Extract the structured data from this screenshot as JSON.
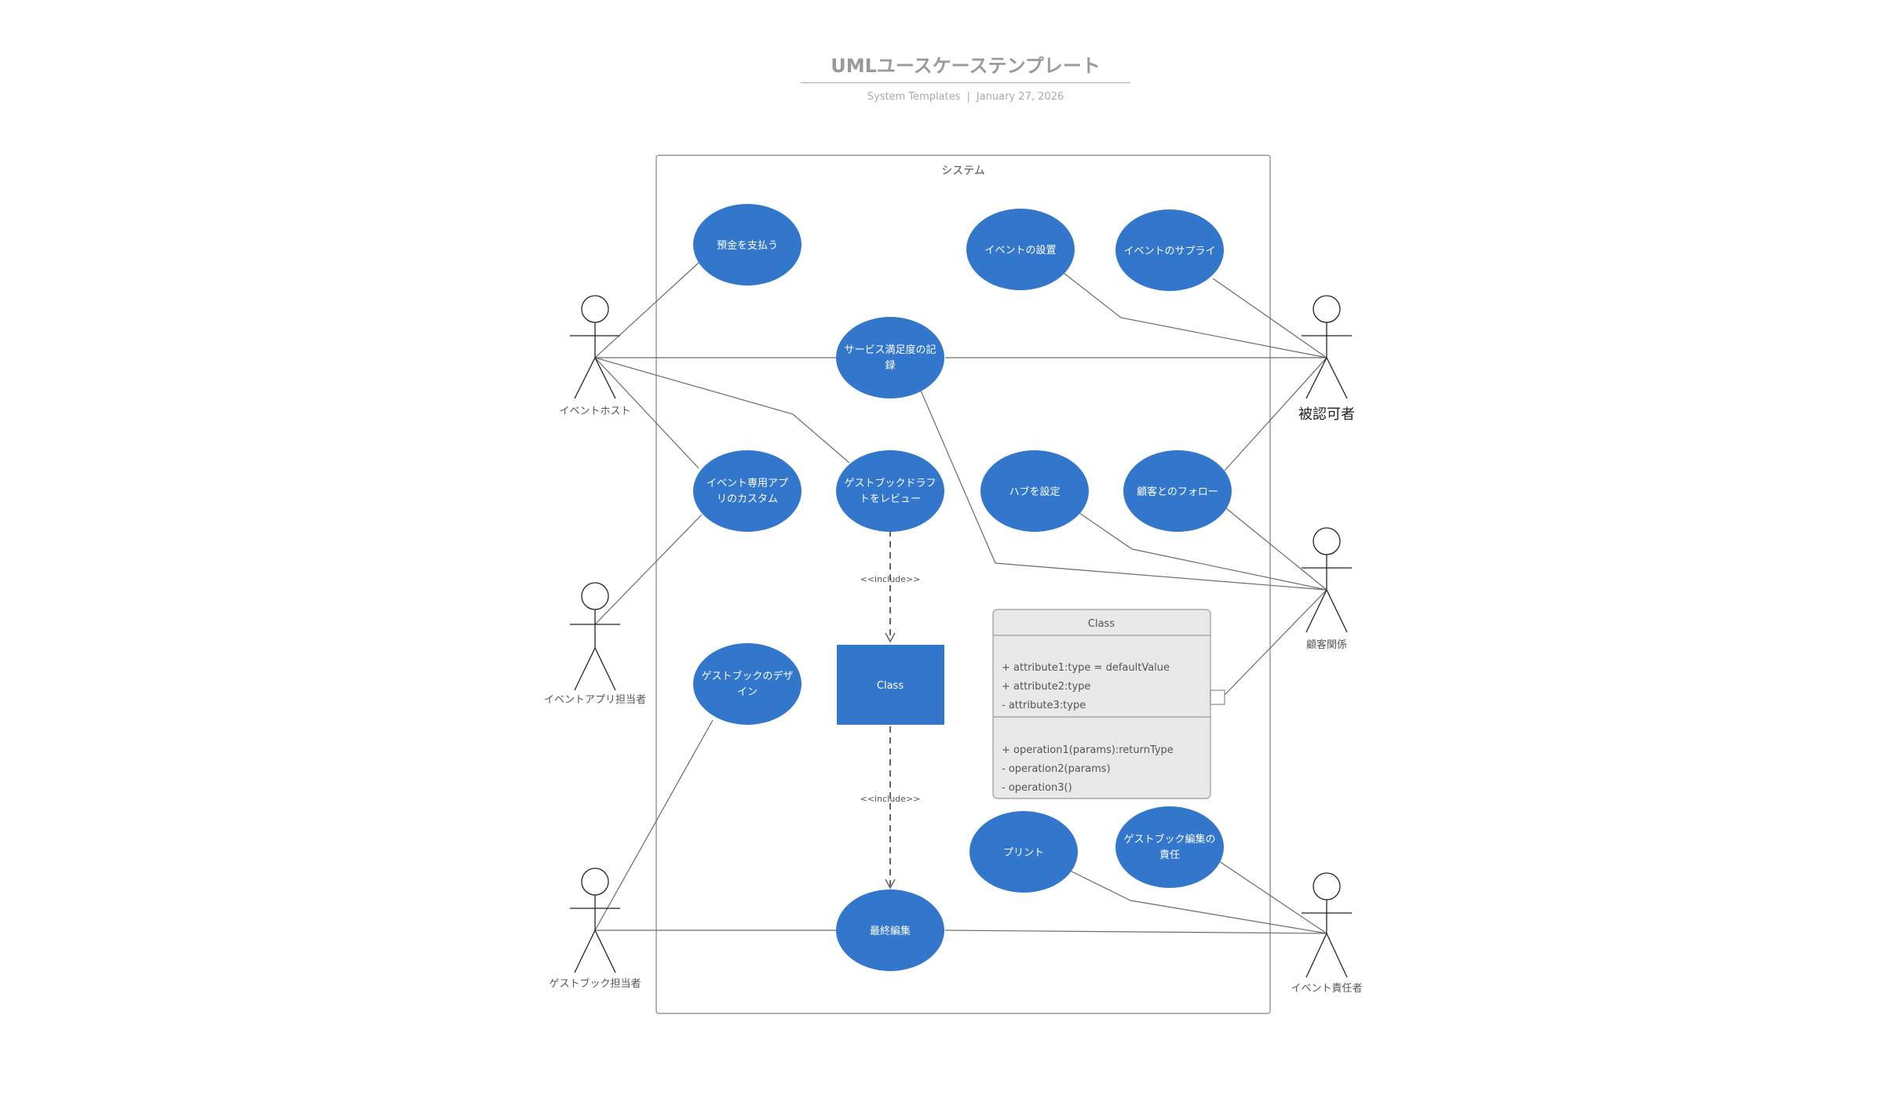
{
  "header": {
    "title": "UMLユースケーステンプレート",
    "source": "System Templates",
    "separator": "|",
    "date": "January 27, 2026"
  },
  "system": {
    "label": "システム"
  },
  "actors": {
    "event_host": "イベントホスト",
    "app_manager": "イベントアプリ担当者",
    "guestbook_manager": "ゲストブック担当者",
    "licensee": "被認可者",
    "customer_relations": "顧客関係",
    "event_responsible": "イベント責任者"
  },
  "use_cases": {
    "pay_deposit": [
      "預金を支払う"
    ],
    "event_setup": [
      "イベントの設置"
    ],
    "event_supply": [
      "イベントのサプライ"
    ],
    "service_record": [
      "サービス満足度の記",
      "録"
    ],
    "app_custom": [
      "イベント専用アプ",
      "リのカスタム"
    ],
    "draft_review": [
      "ゲストブックドラフ",
      "トをレビュー"
    ],
    "hub_setup": [
      "ハブを設定"
    ],
    "customer_follow": [
      "顧客とのフォロー"
    ],
    "guestbook_design": [
      "ゲストブックのデザ",
      "イン"
    ],
    "print": [
      "プリント"
    ],
    "guestbook_editor": [
      "ゲストブック編集の",
      "責任"
    ],
    "final_edit": [
      "最終編集"
    ]
  },
  "class_box": {
    "label": "Class"
  },
  "include_label": "<<include>>",
  "class_card": {
    "name": "Class",
    "attributes": [
      "+ attribute1:type = defaultValue",
      "+ attribute2:type",
      "- attribute3:type"
    ],
    "operations": [
      "+ operation1(params):returnType",
      "- operation2(params)",
      "- operation3()"
    ]
  },
  "colors": {
    "use_case_fill": "#3277cc",
    "line": "#6b6b6b",
    "class_card_fill": "#e8e8e8"
  }
}
